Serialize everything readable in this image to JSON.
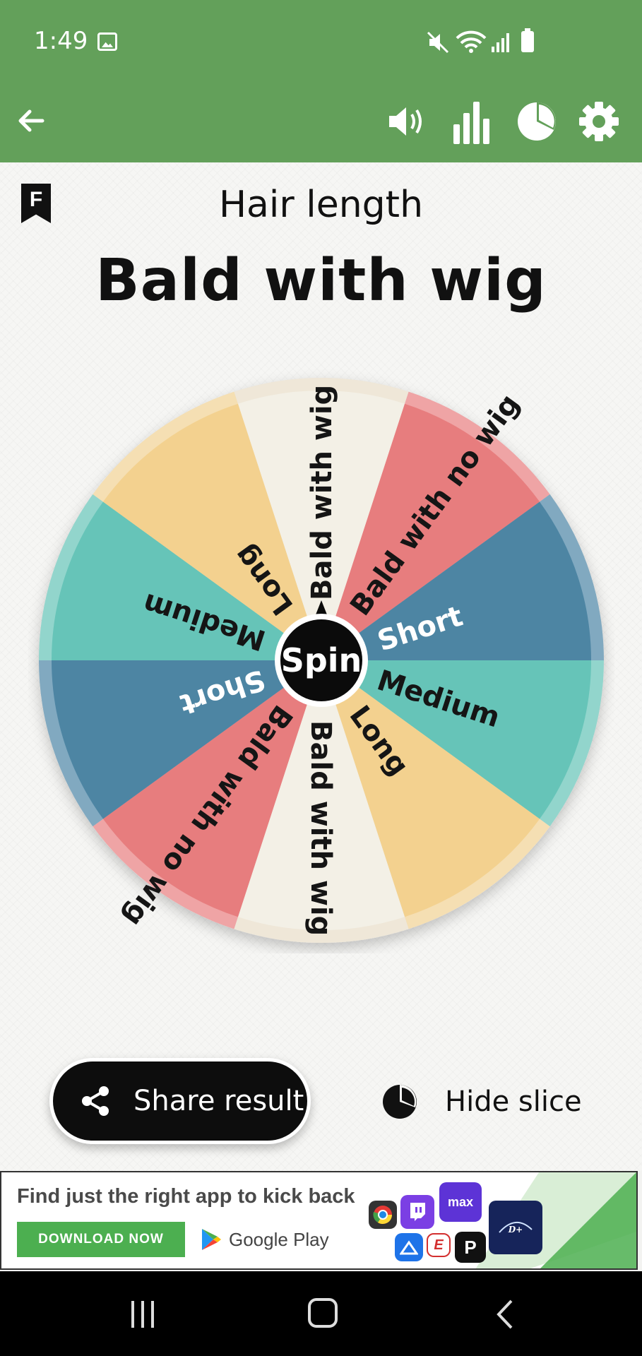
{
  "status_bar": {
    "time": "1:49"
  },
  "app_bar": {
    "icons": [
      "back-arrow-icon",
      "sound-icon",
      "stats-icon",
      "pie-icon",
      "settings-icon"
    ],
    "color": "#63a05a"
  },
  "main": {
    "bookmark_letter": "F",
    "wheel_title": "Hair length",
    "result": "Bald with wig",
    "spin_label": "Spin",
    "slices": [
      {
        "label": "Bald with wig",
        "color": "#f3f0e6",
        "rim": "#efe7d8"
      },
      {
        "label": "Bald with no wig",
        "color": "#e77d7e",
        "rim": "#efa4a5"
      },
      {
        "label": "Short",
        "color": "#4d85a3",
        "rim": "#81a9c0"
      },
      {
        "label": "Medium",
        "color": "#66c4b8",
        "rim": "#92d5cc"
      },
      {
        "label": "Long",
        "color": "#f3d18f",
        "rim": "#f5dfb3"
      },
      {
        "label": "Bald with wig",
        "color": "#f3f0e6",
        "rim": "#efe7d8"
      },
      {
        "label": "Bald with no wig",
        "color": "#e77d7e",
        "rim": "#efa4a5"
      },
      {
        "label": "Short",
        "color": "#4d85a3",
        "rim": "#81a9c0"
      },
      {
        "label": "Medium",
        "color": "#66c4b8",
        "rim": "#92d5cc"
      },
      {
        "label": "Long",
        "color": "#f3d18f",
        "rim": "#f5dfb3"
      }
    ],
    "share_label": "Share result",
    "hide_label": "Hide slice"
  },
  "ad": {
    "headline": "Find just the right app to kick back",
    "cta": "DOWNLOAD NOW",
    "store_label": "Google Play",
    "tiles": [
      "max",
      "P",
      "E"
    ]
  }
}
